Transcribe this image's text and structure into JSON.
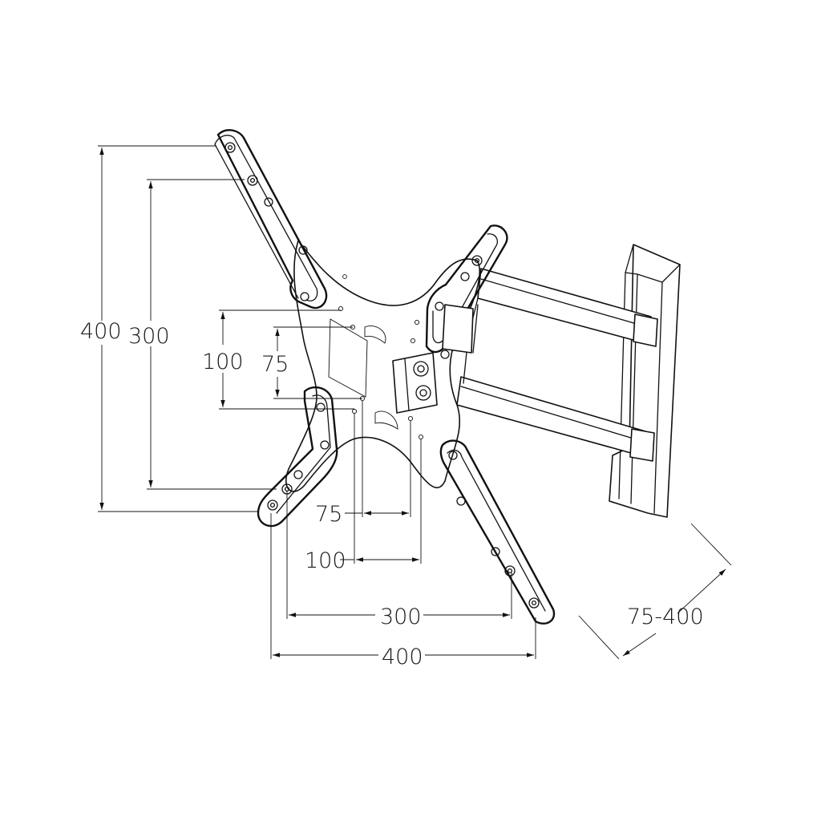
{
  "dimensions": {
    "vertical_outer": "400",
    "vertical_inner": "300",
    "vertical_100": "100",
    "vertical_75": "75",
    "horizontal_75": "75",
    "horizontal_100": "100",
    "horizontal_300": "300",
    "horizontal_400": "400",
    "extension_range": "75-400"
  }
}
